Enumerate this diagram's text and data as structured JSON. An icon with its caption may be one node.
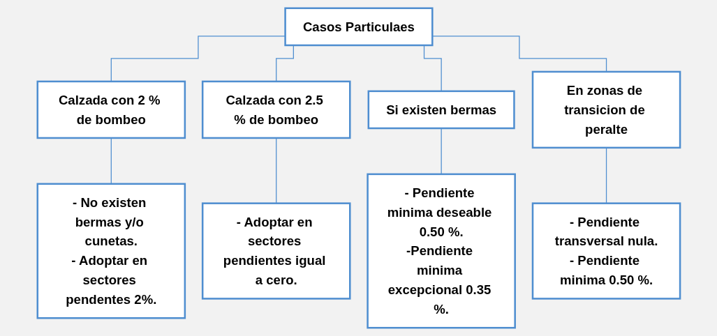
{
  "diagram": {
    "nodes": [
      {
        "text": [
          "Casos Particulaes"
        ]
      },
      {
        "text": [
          "Calzada con 2 % de bombeo"
        ]
      },
      {
        "text": [
          "Calzada con 2.5 % de bombeo"
        ]
      },
      {
        "text": [
          "Si existen bermas"
        ]
      },
      {
        "text": [
          "En zonas de transicion de peralte"
        ]
      },
      {
        "text": [
          "- No existen bermas y/o cunetas.",
          "- Adoptar en sectores pendentes 2%."
        ]
      },
      {
        "text": [
          "- Adoptar en sectores pendientes igual a cero."
        ]
      },
      {
        "text": [
          "- Pendiente minima deseable 0.50 %.",
          "-Pendiente minima excepcional 0.35 %."
        ]
      },
      {
        "text": [
          "- Pendiente transversal nula.",
          "- Pendiente minima 0.50 %."
        ]
      }
    ],
    "edges": [
      {
        "from": 0,
        "to": 1,
        "arrow": "none"
      },
      {
        "from": 0,
        "to": 2,
        "arrow": "none"
      },
      {
        "from": 0,
        "to": 3,
        "arrow": "none"
      },
      {
        "from": 0,
        "to": 4,
        "arrow": "none"
      },
      {
        "from": 1,
        "to": 5,
        "arrow": "none"
      },
      {
        "from": 2,
        "to": 6,
        "arrow": "none"
      },
      {
        "from": 3,
        "to": 7,
        "arrow": "none"
      },
      {
        "from": 4,
        "to": 8,
        "arrow": "none"
      }
    ]
  }
}
